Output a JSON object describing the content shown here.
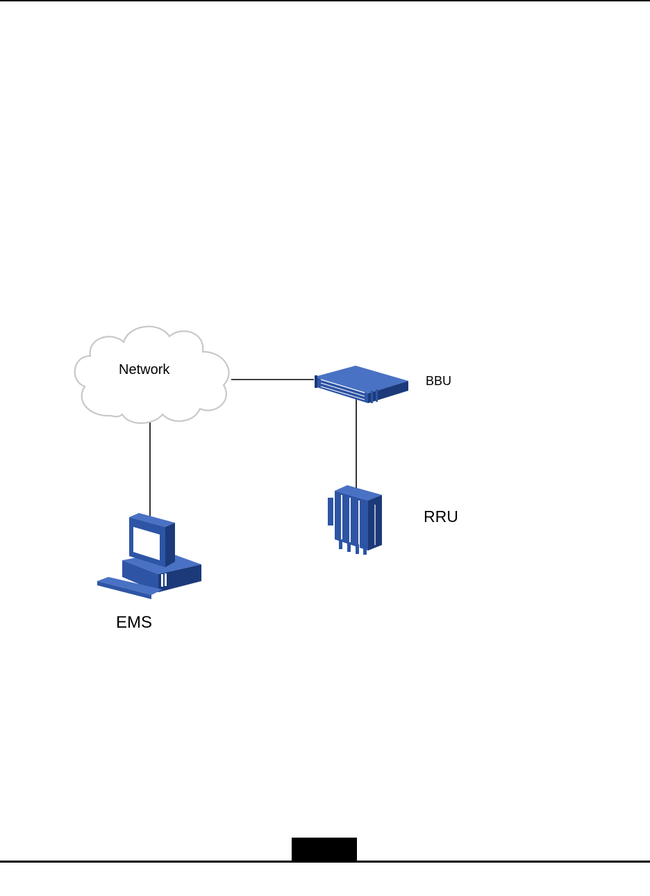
{
  "diagram": {
    "nodes": {
      "network": {
        "label": "Network",
        "icon": "cloud-icon"
      },
      "bbu": {
        "label": "BBU",
        "icon": "bbu-rack-icon"
      },
      "rru": {
        "label": "RRU",
        "icon": "rru-unit-icon"
      },
      "ems": {
        "label": "EMS",
        "icon": "computer-icon"
      }
    },
    "edges": [
      {
        "from": "Network",
        "to": "BBU"
      },
      {
        "from": "Network",
        "to": "EMS"
      },
      {
        "from": "BBU",
        "to": "RRU"
      }
    ],
    "colors": {
      "device": "#2e55a5",
      "device_dark": "#1c3a7a",
      "cloud_fill": "#ffffff",
      "cloud_stroke": "#c8c8c8",
      "line": "#000000"
    }
  }
}
